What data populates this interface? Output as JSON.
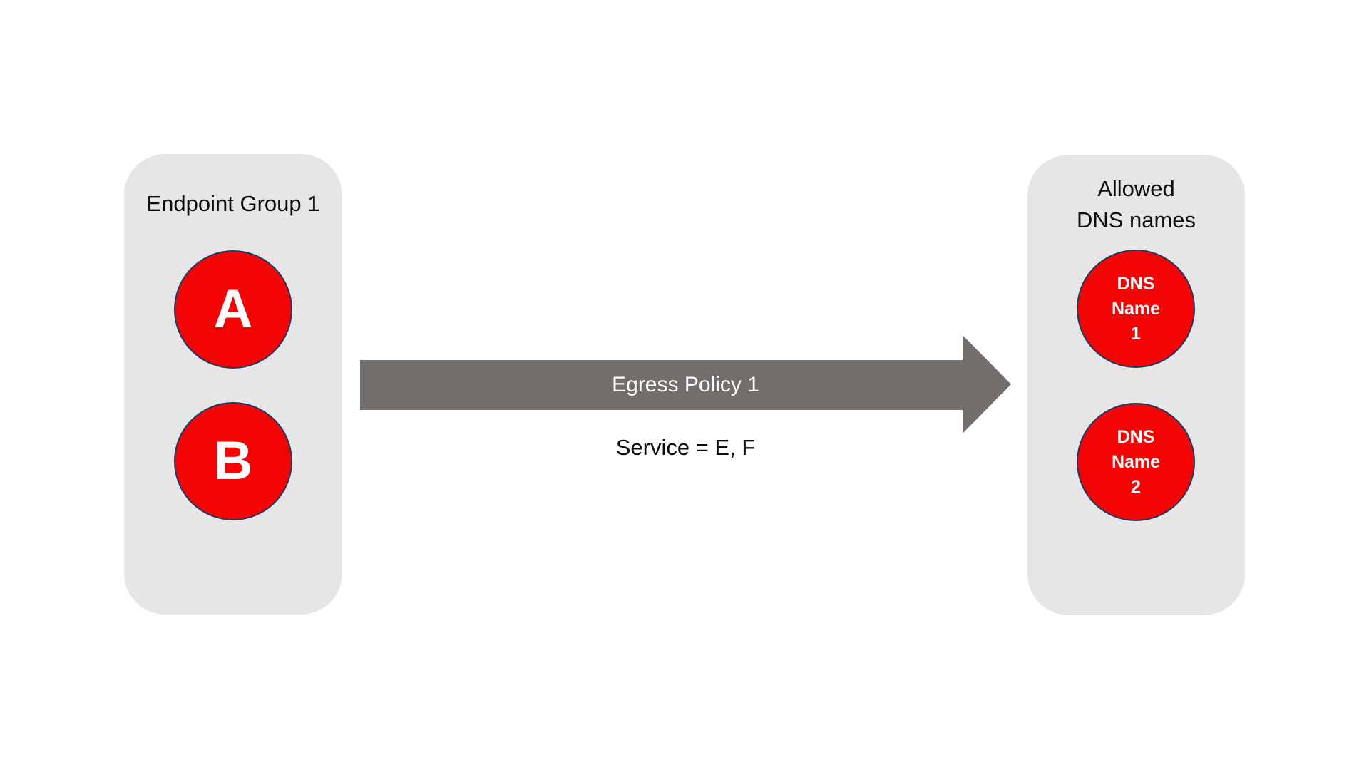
{
  "diagram": {
    "left_group": {
      "title": "Endpoint Group 1",
      "nodes": [
        {
          "label": "A"
        },
        {
          "label": "B"
        }
      ]
    },
    "arrow": {
      "label": "Egress Policy 1",
      "sublabel": "Service = E, F"
    },
    "right_group": {
      "title": "Allowed\nDNS names",
      "nodes": [
        {
          "label": "DNS\nName\n1"
        },
        {
          "label": "DNS\nName\n2"
        }
      ]
    },
    "colors": {
      "group_background": "#e6e6e6",
      "node_fill": "#f40505",
      "node_border": "#1f3864",
      "node_text": "#ffffff",
      "arrow_fill": "#736e6c",
      "arrow_text": "#ffffff",
      "title_text": "#0d0d0d"
    }
  }
}
